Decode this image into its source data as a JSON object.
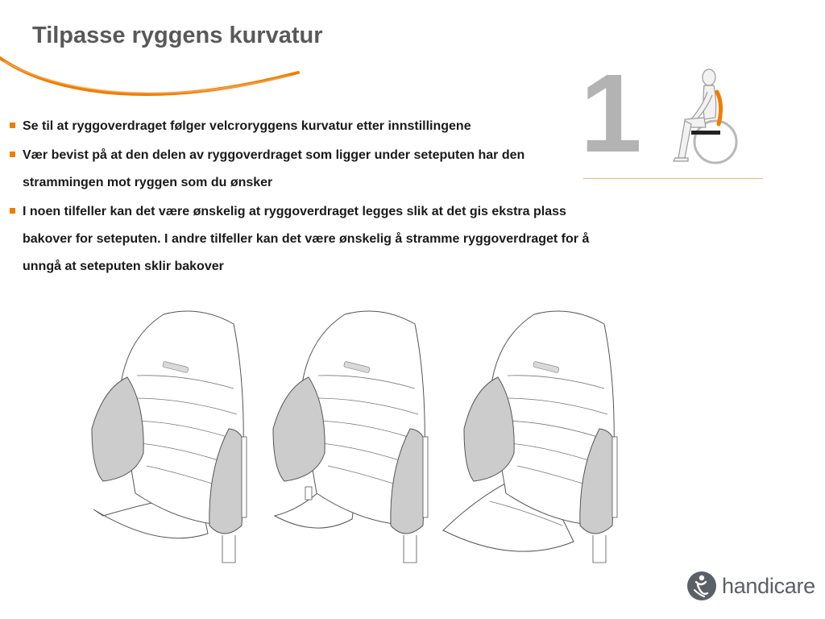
{
  "slide": {
    "title": "Tilpasse ryggens kurvatur",
    "step_number": "1",
    "bullets": [
      "Se til at ryggoverdraget følger velcroryggens kurvatur etter innstillingene",
      "Vær bevist på at den delen av ryggoverdraget som ligger under seteputen har den strammingen mot ryggen som du ønsker",
      "I noen tilfeller kan det være ønskelig at ryggoverdraget legges slik at det gis ekstra plass bakover for seteputen. I andre tilfeller kan det være ønskelig å stramme ryggoverdraget for å unngå at seteputen sklir bakover"
    ],
    "brand": {
      "name": "handicare"
    },
    "colors": {
      "accent": "#f07d00",
      "title_text": "#595959",
      "body_text": "#1a1a1a",
      "step_number": "#b3b3b3",
      "seat_side": "#cccccc",
      "logo_text": "#5a6066"
    },
    "icons": {
      "bullet": "orange-square-bullet",
      "figure": "seated-person-in-wheelchair-icon",
      "logo": "handicare-logo-icon"
    }
  }
}
